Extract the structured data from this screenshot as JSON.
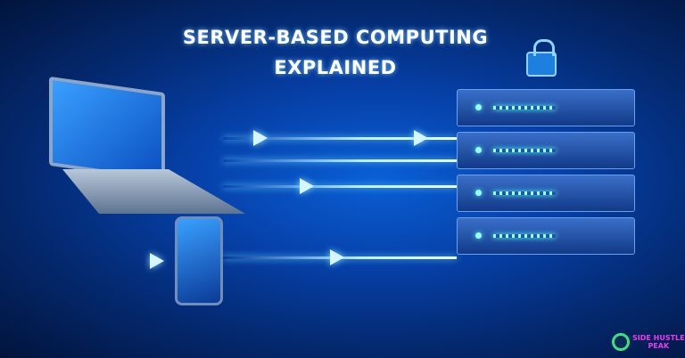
{
  "title_line1": "SERVER-BASED COMPUTING",
  "title_line2": "EXPLAINED",
  "logo": {
    "line1": "SIDE HUSTLE",
    "line2": "PEAK",
    "icon": "logo-badge-icon"
  },
  "colors": {
    "background": "#0640a8",
    "beam": "#bff0ff",
    "logo_text": "#e83ee8",
    "logo_ring": "#3fe07a"
  }
}
